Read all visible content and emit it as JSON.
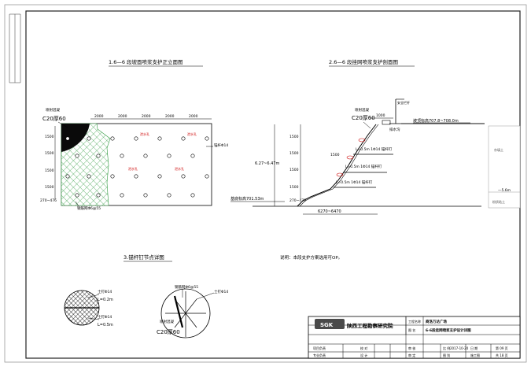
{
  "sheet": {
    "title_1": "1.6—6 段坡面喷浆支护正立面图",
    "title_2": "2.6—6 段挂网喷浆支护剖面图",
    "title_3": "3.锚杆钉节点详图",
    "note": "说明：本段支护方案选用可OP。"
  },
  "elevation": {
    "shotcrete_label": "喷射混凝",
    "shotcrete_grade": "C20厚60",
    "dims_top": [
      "2000",
      "2000",
      "2000",
      "2000",
      "2000"
    ],
    "dims_left": [
      "1500",
      "1500",
      "1500",
      "1500"
    ],
    "dim_bottom_left": "270~476",
    "anchor_label": "锚杆Φ14",
    "mesh_label": "钢筋网Φ6@55",
    "drain_labels": [
      "泄水孔",
      "泄水孔",
      "泄水孔",
      "泄水孔"
    ]
  },
  "section": {
    "safety_label": "安全栏杆",
    "shotcrete_label": "喷射混凝",
    "shotcrete_grade": "C20厚60",
    "dim_top": "1000",
    "drain_label": "排水沟",
    "ground_level": "坡顶标高707.8~708.0m",
    "base_level": "基底标高701.53m",
    "height": "6.27~6.47m",
    "dims_right": [
      "1500",
      "1500",
      "1500",
      "1500"
    ],
    "dim_bottom": "270~476",
    "bottom_width": "6270~6470",
    "anchors": [
      "L=0.5m  1Φ14 锚杆钉",
      "L=0.5m  1Φ14 锚杆钉",
      "L=0.5m  1Φ14 锚杆钉"
    ],
    "dim_left": "1500"
  },
  "legend": {
    "layer_1": "杂填土",
    "depth": "—5.6m",
    "layer_2": "粉质粘土"
  },
  "detail": {
    "c1_anchor": "土钉Φ14",
    "c1_len1": "L=0.2m",
    "c1_anchor2": "土钉Φ14",
    "c1_len2": "L=0.5m",
    "c2_mesh": "钢筋网Φ6@55",
    "c2_anchor": "土钉Φ14",
    "c2_shotcrete": "喷射混凝",
    "c2_grade": "C20厚60"
  },
  "title_block": {
    "logo": "SGK",
    "institute": "陕西工程勘察研究院",
    "project_name_label": "工程名称",
    "project_name": "商洛万达广场",
    "drawing_label": "图    名",
    "drawing_name": "6-6段挂网喷浆支护设计详图",
    "project_lead": "项目负责",
    "checker": "校  对",
    "reviewer": "审  核",
    "scale": "比  例",
    "date_label": "日  期",
    "date": "2017-10-20",
    "sheet_no": "第 09 页",
    "specialty_lead": "专业负责",
    "designer": "设  计",
    "approver": "审  定",
    "drawing_no_label": "图  别",
    "drawing_no": "施工图",
    "total_sheets": "共 18 页"
  }
}
